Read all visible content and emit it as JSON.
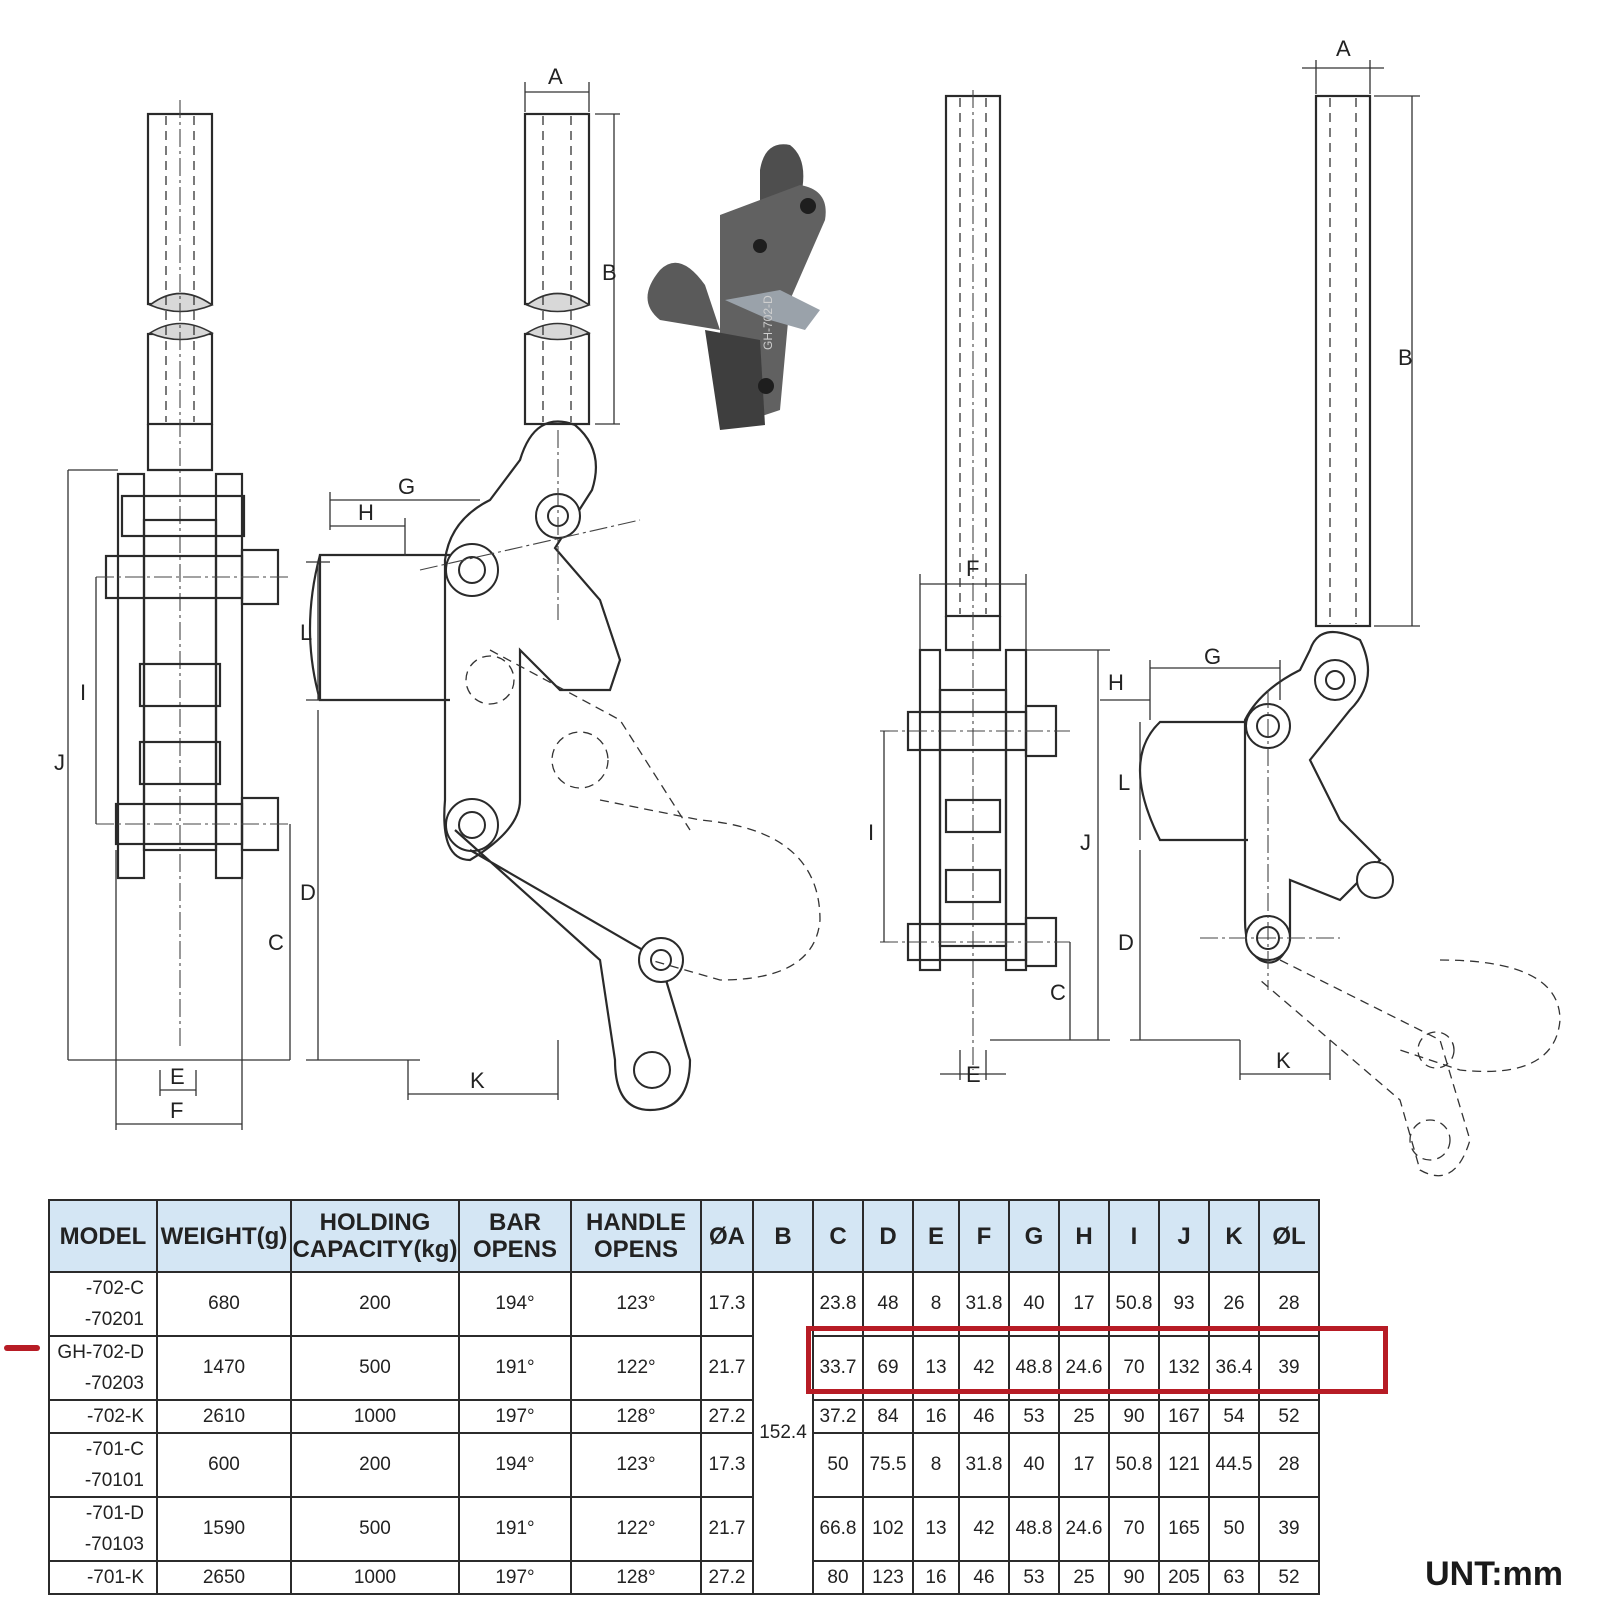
{
  "dimension_labels": {
    "A": "A",
    "B": "B",
    "C": "C",
    "D": "D",
    "E": "E",
    "F": "F",
    "G": "G",
    "H": "H",
    "I": "I",
    "J": "J",
    "K": "K",
    "L": "L"
  },
  "product_part_number": "GH-702-D",
  "table": {
    "headers": {
      "model": "MODEL",
      "weight": "WEIGHT(g)",
      "holding_l1": "HOLDING",
      "holding_l2": "CAPACITY(kg)",
      "bar_l1": "BAR",
      "bar_l2": "OPENS",
      "handle_l1": "HANDLE",
      "handle_l2": "OPENS",
      "dA": "ØA",
      "B": "B",
      "C": "C",
      "D": "D",
      "E": "E",
      "F": "F",
      "G": "G",
      "H": "H",
      "I": "I",
      "J": "J",
      "K": "K",
      "dL": "ØL"
    },
    "B_shared": "152.4",
    "groups": [
      {
        "models": [
          "-702-C",
          "-70201"
        ],
        "weight": "680",
        "holding": "200",
        "bar": "194°",
        "handle": "123°",
        "dA": "17.3",
        "C": "23.8",
        "D": "48",
        "E": "8",
        "F": "31.8",
        "G": "40",
        "H": "17",
        "I": "50.8",
        "J": "93",
        "K": "26",
        "dL": "28"
      },
      {
        "models": [
          "GH-702-D",
          "-70203"
        ],
        "weight": "1470",
        "holding": "500",
        "bar": "191°",
        "handle": "122°",
        "dA": "21.7",
        "C": "33.7",
        "D": "69",
        "E": "13",
        "F": "42",
        "G": "48.8",
        "H": "24.6",
        "I": "70",
        "J": "132",
        "K": "36.4",
        "dL": "39"
      },
      {
        "models": [
          "-702-K"
        ],
        "weight": "2610",
        "holding": "1000",
        "bar": "197°",
        "handle": "128°",
        "dA": "27.2",
        "C": "37.2",
        "D": "84",
        "E": "16",
        "F": "46",
        "G": "53",
        "H": "25",
        "I": "90",
        "J": "167",
        "K": "54",
        "dL": "52"
      },
      {
        "models": [
          "-701-C",
          "-70101"
        ],
        "weight": "600",
        "holding": "200",
        "bar": "194°",
        "handle": "123°",
        "dA": "17.3",
        "C": "50",
        "D": "75.5",
        "E": "8",
        "F": "31.8",
        "G": "40",
        "H": "17",
        "I": "50.8",
        "J": "121",
        "K": "44.5",
        "dL": "28"
      },
      {
        "models": [
          "-701-D",
          "-70103"
        ],
        "weight": "1590",
        "holding": "500",
        "bar": "191°",
        "handle": "122°",
        "dA": "21.7",
        "C": "66.8",
        "D": "102",
        "E": "13",
        "F": "42",
        "G": "48.8",
        "H": "24.6",
        "I": "70",
        "J": "165",
        "K": "50",
        "dL": "39"
      },
      {
        "models": [
          "-701-K"
        ],
        "weight": "2650",
        "holding": "1000",
        "bar": "197°",
        "handle": "128°",
        "dA": "27.2",
        "C": "80",
        "D": "123",
        "E": "16",
        "F": "46",
        "G": "53",
        "H": "25",
        "I": "90",
        "J": "205",
        "K": "63",
        "dL": "52"
      }
    ]
  },
  "highlight": {
    "color": "#b71c25",
    "target_model": "GH-702-D",
    "columns": "C–ØL"
  },
  "colors": {
    "header_bg": "#d4e6f4",
    "highlight": "#b71c25"
  },
  "unit_label": "UNT:mm"
}
